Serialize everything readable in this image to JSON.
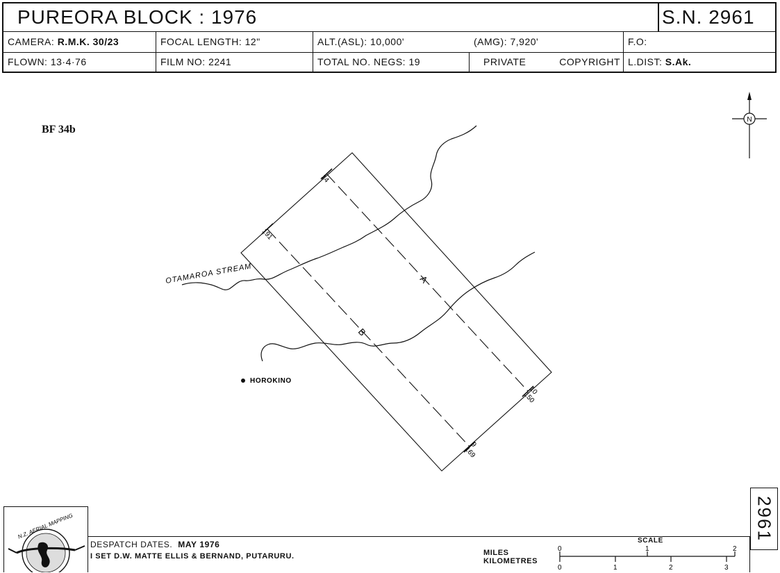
{
  "header": {
    "title": "PUREORA    BLOCK : 1976",
    "sn": "S.N. 2961",
    "camera_label": "CAMERA:",
    "camera_value": "R.M.K. 30/23",
    "focal_label": "FOCAL  LENGTH:",
    "focal_value": "12\"",
    "alt_label": "ALT.(ASL):",
    "alt_value": "10,000'",
    "amg_label": "(AMG):",
    "amg_value": "7,920'",
    "fo_label": "F.O:",
    "flown_label": "FLOWN:",
    "flown_value": "13·4·76",
    "film_label": "FILM  NO:",
    "film_value": "2241",
    "negs_label": "TOTAL  NO.  NEGS:",
    "negs_value": "19",
    "private": "PRIVATE",
    "copyright": "COPYRIGHT",
    "ldist_label": "L.DIST:",
    "ldist_value": "S.Ak."
  },
  "map": {
    "sheet_id": "BF 34b",
    "stream_label": "OTAMAROA  STREAM",
    "place_label": "HOROKINO",
    "north_label": "N",
    "runs": [
      {
        "name": "A",
        "start_frame": "14",
        "end_frame": "10",
        "end_frame_2": "150"
      },
      {
        "name": "B",
        "start_frame": "191",
        "end_frame": "9",
        "end_frame_2": "169"
      }
    ]
  },
  "footer": {
    "despatch_label": "DESPATCH  DATES.",
    "despatch_value": "MAY  1976",
    "set_line": "I  SET  D.W. MATTE   ELLIS & BERNAND,   PUTARURU.",
    "logo_text": "N.Z. AERIAL MAPPING",
    "scale_label": "SCALE",
    "miles_label": "MILES",
    "km_label": "KILOMETRES",
    "miles_ticks": [
      "0",
      "1",
      "2"
    ],
    "km_ticks": [
      "0",
      "1",
      "2",
      "3"
    ],
    "side_number": "2961"
  }
}
